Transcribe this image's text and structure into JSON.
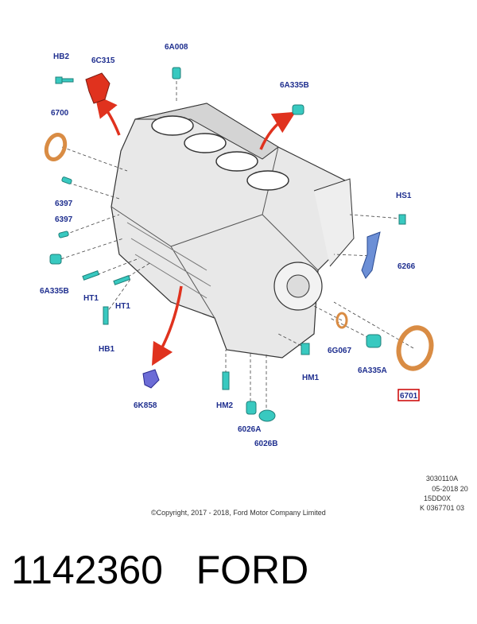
{
  "labels": {
    "hb2": "HB2",
    "c6c315": "6C315",
    "a6a008": "6A008",
    "a6a335b_top": "6A335B",
    "p6700": "6700",
    "p6397_a": "6397",
    "p6397_b": "6397",
    "a6a335b_left": "6A335B",
    "ht1_a": "HT1",
    "ht1_b": "HT1",
    "hb1": "HB1",
    "hs1": "HS1",
    "p6266": "6266",
    "g6067": "6G067",
    "a6a335a": "6A335A",
    "hm1": "HM1",
    "k6858": "6K858",
    "hm2": "HM2",
    "p6026a": "6026A",
    "p6026b": "6026B",
    "p6701": "6701"
  },
  "copyright": "©Copyright, 2017 - 2018, Ford Motor Company Limited",
  "ref_codes": [
    "3030110A",
    "05-2018 20",
    "15DD0X",
    "K 0367701 03"
  ],
  "title": "1142360   FORD",
  "colors": {
    "label_blue": "#1f2f8f",
    "arrow_red": "#e0321e",
    "part_teal": "#38c9c0",
    "seal_orange": "#d98c44",
    "highlight_red": "#cc0000",
    "bracket_blue": "#6c8fd6"
  }
}
